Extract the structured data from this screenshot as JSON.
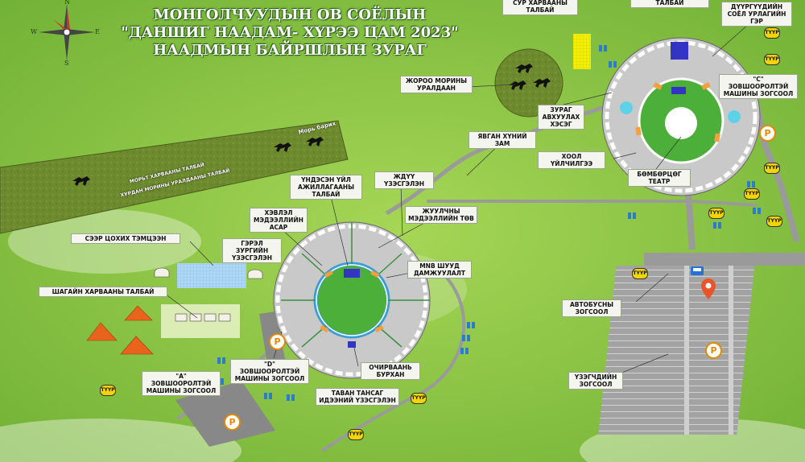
{
  "title": {
    "line1": "МОНГОЛЧУУДЫН ОВ СОЁЛЫН",
    "line2": "\"ДАНШИГ НААДАМ- ХҮРЭЭ ЦАМ 2023\"",
    "line3": "НААДМЫН БАЙРШЛЫН ЗУРАГ"
  },
  "compass": {
    "n": "N",
    "s": "S",
    "e": "E",
    "w": "W"
  },
  "colors": {
    "grass": "#8cc63f",
    "road": "#9a9a9a",
    "arena": "#bdbdbd",
    "field": "#4caf3a",
    "label_bg": "#f4f5ee",
    "badge": "#f2d400",
    "parking_ring": "#e08a00",
    "pin": "#e8552b"
  },
  "labels": {
    "sur_harvaa": "СУР ХАРВААНЫ\nТАЛБАЙ",
    "sur_harvaa_top": "ТАЛБАЙ",
    "duurguuden": "ДҮҮРГҮҮДИЙН\nСОЁЛ УРЛАГИЙН\nГЭР",
    "zhoroo": "ЖОРОО МОРИНЫ\nУРАЛДААН",
    "zurag": "ЗУРАГ\nАВХУУЛАХ\nХЭСЭГ",
    "c_parking": "\"С\" ЗОВШООРОЛТЭЙ\nМАШИНЫ ЗОГСООЛ",
    "yavgan": "ЯВГАН ХҮНИЙ\nЗАМ",
    "hool": "ХООЛ\nҮЙЛЧИЛГЭЭ",
    "bombortsog": "БӨМБӨРЦӨГ\nТЕАТР",
    "undesen": "ҮНДЭСЭН ҮЙЛ\nАЖИЛЛАГААНЫ\nТАЛБАЙ",
    "zhduu": "ЖДҮҮ\nҮЗЭСГЭЛЭН",
    "hevlel": "ХЭВЛЭЛ\nМЭДЭЭЛЛИЙН\nАСАР",
    "zhuulchin": "ЖУУЛЧНЫ\nМЭДЭЭЛЛИЙН ТӨВ",
    "seer": "СЭЭР ЦОХИХ ТЭМЦЭЭН",
    "gerel": "ГЭРЭЛ ЗУРГИЙН\nҮЗЭСГЭЛЭН",
    "mnb": "MNB ШУУД\nДАМЖУУЛАЛТ",
    "shagai": "ШАГАЙН ХАРВААНЫ ТАЛБАЙ",
    "avtobus": "АВТОБУСНЫ\nЗОГСООЛ",
    "d_parking": "\"D\" ЗОВШООРОЛТЭЙ\nМАШИНЫ ЗОГСООЛ",
    "ochirvaani": "ОЧИРВААНЬ\nБУРХАН",
    "a_parking": "\"А\" ЗОВШООРОЛТЭЙ\nМАШИНЫ ЗОГСООЛ",
    "uzegchdiin": "ҮЗЭГЧДИЙН\nЗОГСООЛ",
    "tavan": "ТАВАН ТАНСАГ\nИДЭЭНИЙ ҮЗЭСГЭЛЭН",
    "mori_barih": "Морь барих",
    "stripe_line1": "МОРЬТ ХАРВААНЫ ТАЛБАЙ",
    "stripe_line2": "ХУРДАН МОРИНЫ УРАЛДААНЫ ТАЛБАЙ"
  },
  "badge_text": "ТҮҮР",
  "parking_symbol": "P",
  "icons": [
    "compass-rose-icon",
    "horse-rider-icon",
    "ger-icon",
    "tent-icon",
    "restroom-icon",
    "bus-icon",
    "location-pin-icon",
    "parking-icon"
  ]
}
